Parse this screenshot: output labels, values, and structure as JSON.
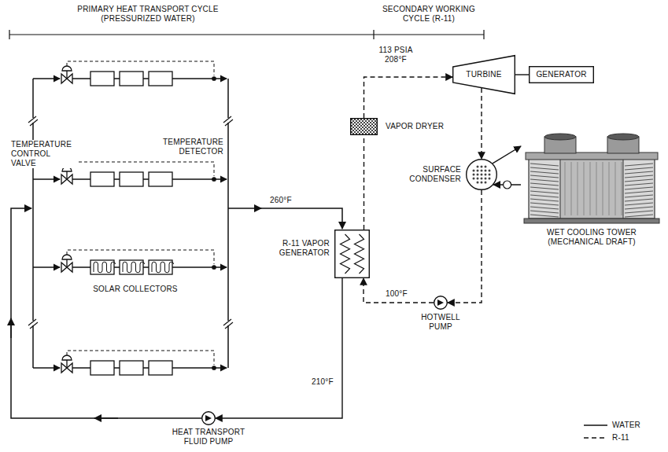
{
  "diagram": {
    "nodes": [
      {
        "text": [
          "TURBINE"
        ]
      },
      {
        "text": [
          "GENERATOR"
        ]
      },
      {
        "text": [
          "VAPOR DRYER"
        ]
      },
      {
        "text": [
          "R-11 VAPOR GENERATOR"
        ]
      },
      {
        "text": [
          "SURFACE CONDENSER"
        ]
      },
      {
        "text": [
          "WET COOLING TOWER (MECHANICAL DRAFT)"
        ]
      },
      {
        "text": [
          "HOTWELL PUMP"
        ]
      },
      {
        "text": [
          "HEAT TRANSPORT FLUID PUMP"
        ]
      }
    ],
    "edges": [
      {
        "from": 3,
        "to": 2,
        "arrow": "none"
      },
      {
        "from": 2,
        "to": 0,
        "arrow": "to"
      },
      {
        "from": 0,
        "to": 1,
        "arrow": "none"
      },
      {
        "from": 0,
        "to": 4,
        "arrow": "to"
      },
      {
        "from": 4,
        "to": 6,
        "arrow": "to"
      },
      {
        "from": 6,
        "to": 3,
        "arrow": "to"
      },
      {
        "from": 4,
        "to": 5,
        "arrow": "to"
      },
      {
        "from": 5,
        "to": 4,
        "arrow": "to"
      },
      {
        "from": 3,
        "to": 7,
        "arrow": "to"
      }
    ],
    "labels": [
      "PRIMARY HEAT TRANSPORT CYCLE (PRESSURIZED WATER)",
      "SECONDARY WORKING CYCLE (R-11)",
      "TEMPERATURE CONTROL VALVE",
      "TEMPERATURE DETECTOR",
      "SOLAR COLLECTORS",
      "260°F",
      "113 PSIA 208°F",
      "100°F",
      "210°F"
    ],
    "legend": [
      {
        "text": "WATER"
      },
      {
        "text": "R-11"
      }
    ]
  }
}
